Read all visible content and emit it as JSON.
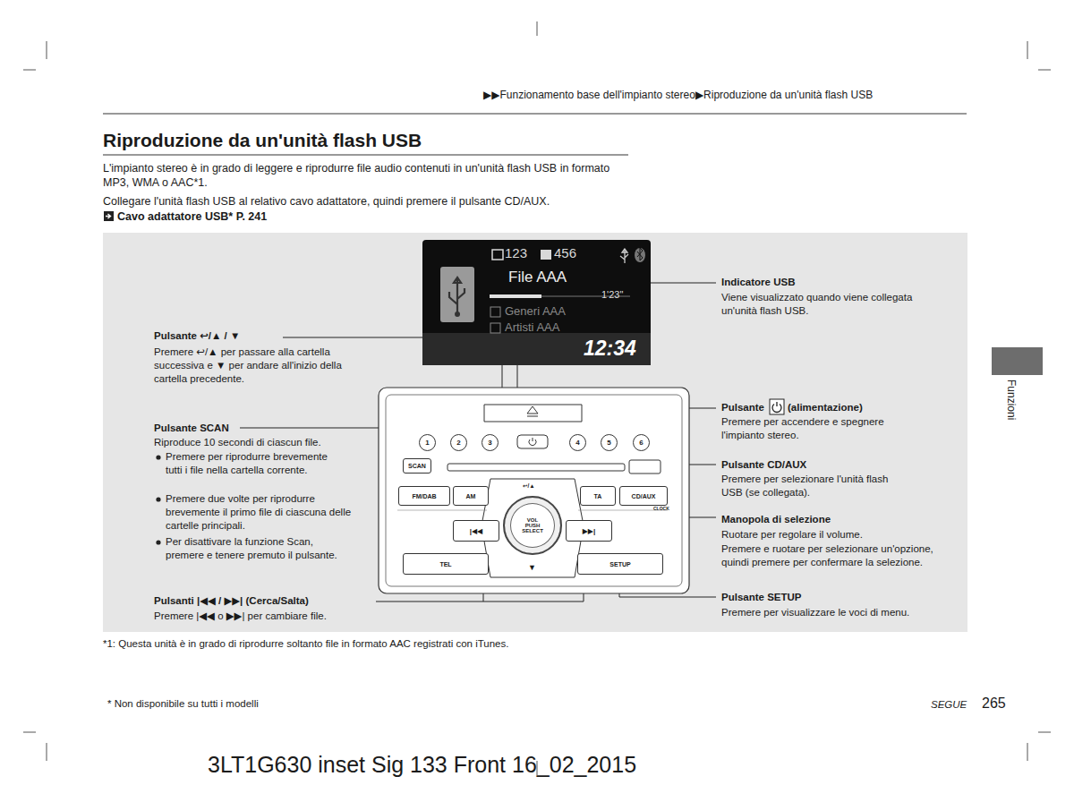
{
  "diagram": {
    "title": "Riproduzione da un'unità flash USB",
    "nodes": [
      {
        "text": [
          "123",
          "456",
          "File AAA",
          "1'23\"",
          "Generi AAA",
          "Artisti AAA",
          "12:34"
        ]
      },
      {
        "text": [
          "1"
        ]
      },
      {
        "text": [
          "2"
        ]
      },
      {
        "text": [
          "3"
        ]
      },
      {
        "text": [
          "4"
        ]
      },
      {
        "text": [
          "5"
        ]
      },
      {
        "text": [
          "6"
        ]
      },
      {
        "text": [
          "SCAN"
        ]
      },
      {
        "text": [
          "FM/DAB"
        ]
      },
      {
        "text": [
          "AM"
        ]
      },
      {
        "text": [
          "TA"
        ]
      },
      {
        "text": [
          "CD/AUX"
        ]
      },
      {
        "text": [
          "|◀◀"
        ]
      },
      {
        "text": [
          "VOL PUSH SELECT"
        ]
      },
      {
        "text": [
          "▶▶|"
        ]
      },
      {
        "text": [
          "TEL"
        ]
      },
      {
        "text": [
          "SETUP"
        ]
      }
    ],
    "labels": [
      "▶▶Funzionamento base dell'impianto stereo▶Riproduzione da un'unità flash USB",
      "L'impianto stereo è in grado di leggere e riprodurre file audio contenuti in un'unità flash USB in formato MP3, WMA o AAC*1.",
      "Collegare l'unità flash USB al relativo cavo adattatore, quindi premere il pulsante CD/AUX.",
      "Cavo adattatore USB* P. 241",
      "Pulsante ↩/▲ / ▼",
      "Premere ↩/▲ per passare alla cartella successiva e ▼ per andare all'inizio della cartella precedente.",
      "Pulsante SCAN",
      "Riproduce 10 secondi di ciascun file.",
      "Premere per riprodurre brevemente tutti i file nella cartella corrente.",
      "Premere due volte per riprodurre brevemente il primo file di ciascuna delle cartelle principali.",
      "Per disattivare la funzione Scan, premere e tenere premuto il pulsante.",
      "Pulsanti |◀◀ / ▶▶| (Cerca/Salta)",
      "Premere |◀◀ o ▶▶| per cambiare file.",
      "Indicatore USB",
      "Viene visualizzato quando viene collegata un'unità flash USB.",
      "Pulsante",
      "(alimentazione)",
      "Premere per accendere e spegnere l'impianto stereo.",
      "Pulsante CD/AUX",
      "Premere per selezionare l'unità flash USB (se collegata).",
      "Manopola di selezione",
      "Ruotare per regolare il volume.",
      "Premere e ruotare per selezionare un'opzione, quindi premere per confermare la selezione.",
      "Pulsante SETUP",
      "Premere per visualizzare le voci di menu.",
      "↩/▲",
      "▼",
      "CLOCK",
      "*1: Questa unità è in grado di riprodurre soltanto file in formato AAC registrati con iTunes.",
      "* Non disponibile su tutti i modelli",
      "Funzioni",
      "SEGUE",
      "265",
      "3LT1G630 inset Sig 133 Front 16_02_2015"
    ]
  }
}
